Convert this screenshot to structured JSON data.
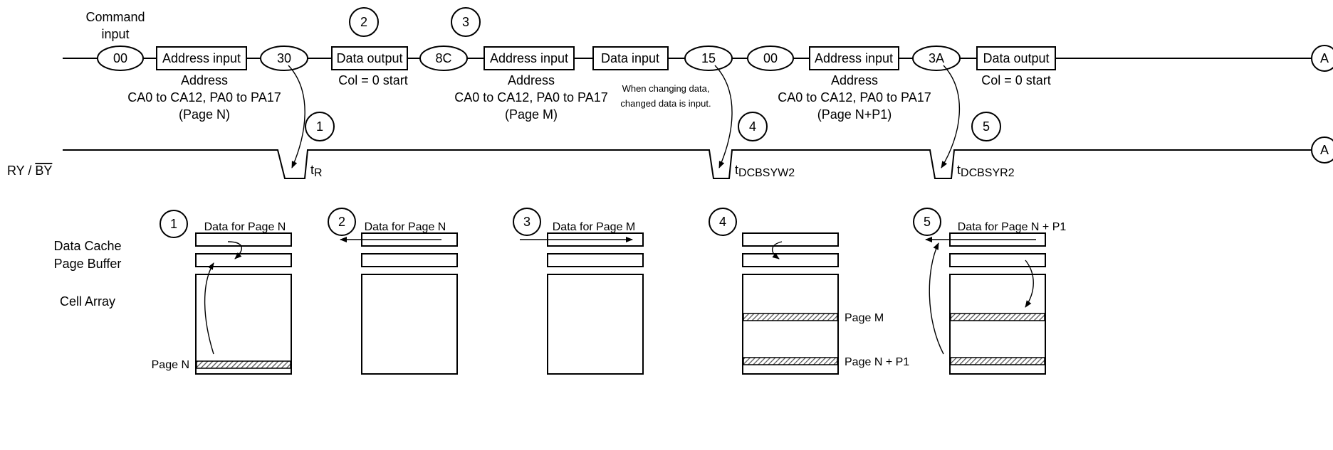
{
  "timing": {
    "command_input_label": [
      "Command",
      "input"
    ],
    "ry_by_label_prefix": "RY  /  ",
    "ry_by_label_bar": "BY",
    "commands": [
      "00",
      "30",
      "8C",
      "15",
      "00",
      "3A"
    ],
    "boxes": [
      "Address input",
      "Data output",
      "Address input",
      "Data input",
      "Address input",
      "Data output"
    ],
    "connector": "A",
    "address_block_1": [
      "Address",
      "CA0 to CA12, PA0 to PA17",
      "(Page N)"
    ],
    "address_block_2": [
      "Address",
      "CA0 to CA12, PA0 to PA17",
      "(Page M)"
    ],
    "address_block_3": [
      "Address",
      "CA0 to CA12, PA0 to PA17",
      "(Page N+P1)"
    ],
    "col_note_1": "Col = 0 start",
    "col_note_2": "Col = 0 start",
    "change_note": [
      "When changing data,",
      "changed data is input."
    ],
    "step_numbers": [
      "1",
      "2",
      "3",
      "4",
      "5"
    ],
    "timing_labels": [
      {
        "main": "t",
        "sub": "R"
      },
      {
        "main": "t",
        "sub": "DCBSYW2"
      },
      {
        "main": "t",
        "sub": "DCBSYR2"
      }
    ]
  },
  "buffers": {
    "row_labels": [
      "Data Cache",
      "Page Buffer",
      "Cell Array"
    ],
    "panel_titles": [
      "Data for Page N",
      "Data for Page N",
      "Data for Page M",
      "",
      "Data for Page N + P1"
    ],
    "page_labels": {
      "panel1": "Page N",
      "panel4_m": "Page M",
      "panel4_np1": "Page N + P1"
    }
  }
}
